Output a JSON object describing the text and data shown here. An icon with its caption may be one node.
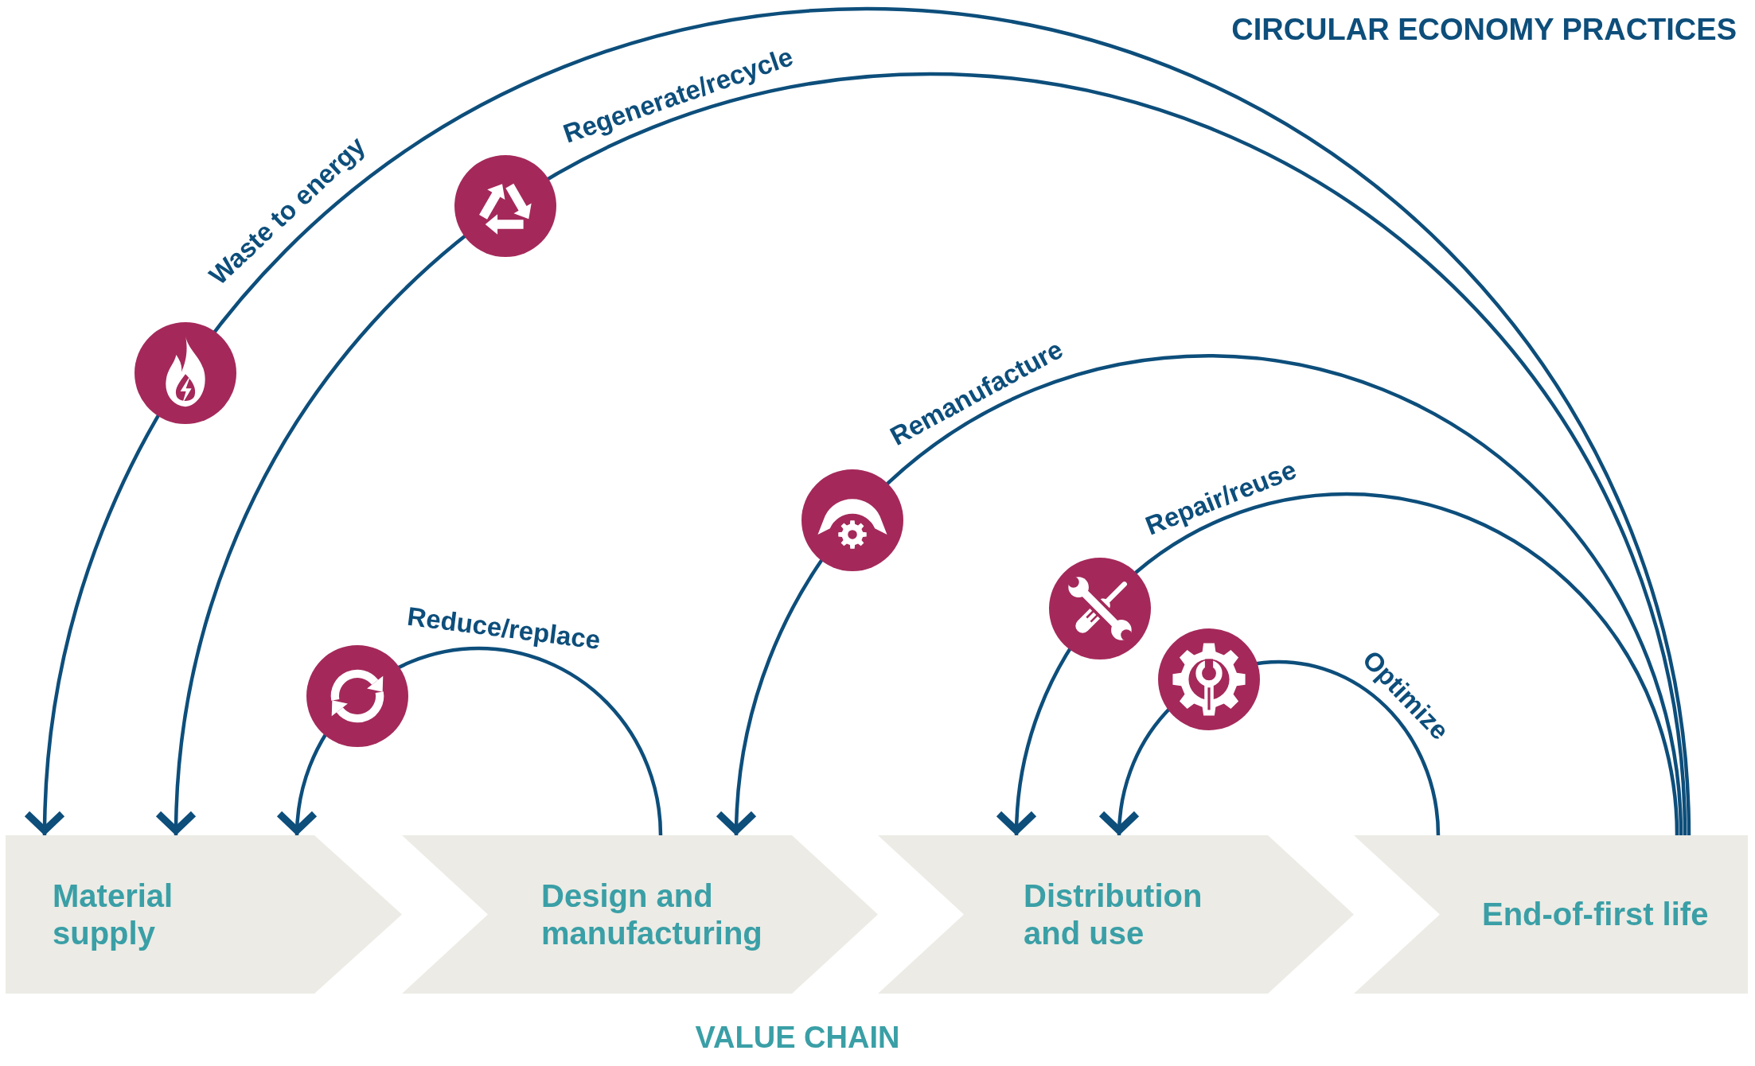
{
  "diagram": {
    "nodes": [
      {
        "text": [
          "Material supply"
        ]
      },
      {
        "text": [
          "Design and manufacturing"
        ]
      },
      {
        "text": [
          "Distribution and use"
        ]
      },
      {
        "text": [
          "End-of-first life"
        ]
      }
    ],
    "edges": [
      {
        "from": 3,
        "to": 0,
        "arrow": "to",
        "label": "Waste to energy"
      },
      {
        "from": 3,
        "to": 0,
        "arrow": "to",
        "label": "Regenerate/recycle"
      },
      {
        "from": 1,
        "to": 0,
        "arrow": "to",
        "label": "Reduce/replace"
      },
      {
        "from": 3,
        "to": 1,
        "arrow": "to",
        "label": "Remanufacture"
      },
      {
        "from": 3,
        "to": 2,
        "arrow": "to",
        "label": "Repair/reuse"
      },
      {
        "from": 3,
        "to": 2,
        "arrow": "to",
        "label": "Optimize"
      }
    ],
    "labels": [
      "CIRCULAR ECONOMY PRACTICES",
      "VALUE CHAIN"
    ]
  }
}
